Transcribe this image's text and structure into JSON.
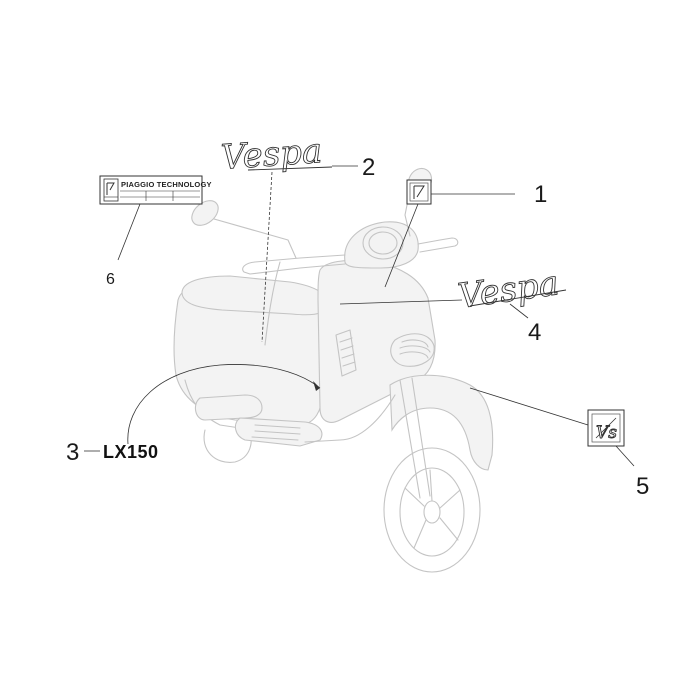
{
  "callouts": [
    {
      "number": "1",
      "part": "piaggio-logo-badge"
    },
    {
      "number": "2",
      "part": "vespa-logo-emblem-upper"
    },
    {
      "number": "3",
      "part": "model-badge"
    },
    {
      "number": "4",
      "part": "vespa-logo-emblem-side"
    },
    {
      "number": "5",
      "part": "vs-emblem"
    },
    {
      "number": "6",
      "part": "piaggio-technology-plate"
    }
  ],
  "plate": {
    "text": "PIAGGIO TECHNOLOGY"
  },
  "model": {
    "text": "LX150"
  },
  "logo": {
    "text": "Vespa"
  },
  "emblem": {
    "text": "Vs"
  },
  "colors": {
    "drawing_line": "#c4c4c4",
    "leader_line": "#333333",
    "text": "#1a1a1a"
  }
}
